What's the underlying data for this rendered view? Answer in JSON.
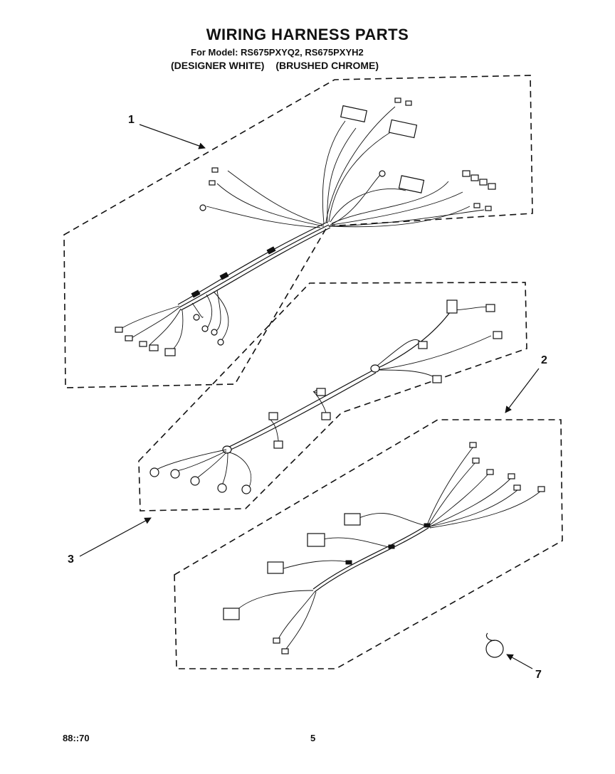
{
  "header": {
    "title": "WIRING HARNESS PARTS",
    "model_line": "For Model: RS675PXYQ2, RS675PXYH2",
    "finish_1": "(DESIGNER WHITE)",
    "finish_2": "(BRUSHED CHROME)"
  },
  "callouts": {
    "c1": "1",
    "c2": "2",
    "c3": "3",
    "c7": "7"
  },
  "footer": {
    "doc_number": "88::70",
    "page_number": "5"
  }
}
